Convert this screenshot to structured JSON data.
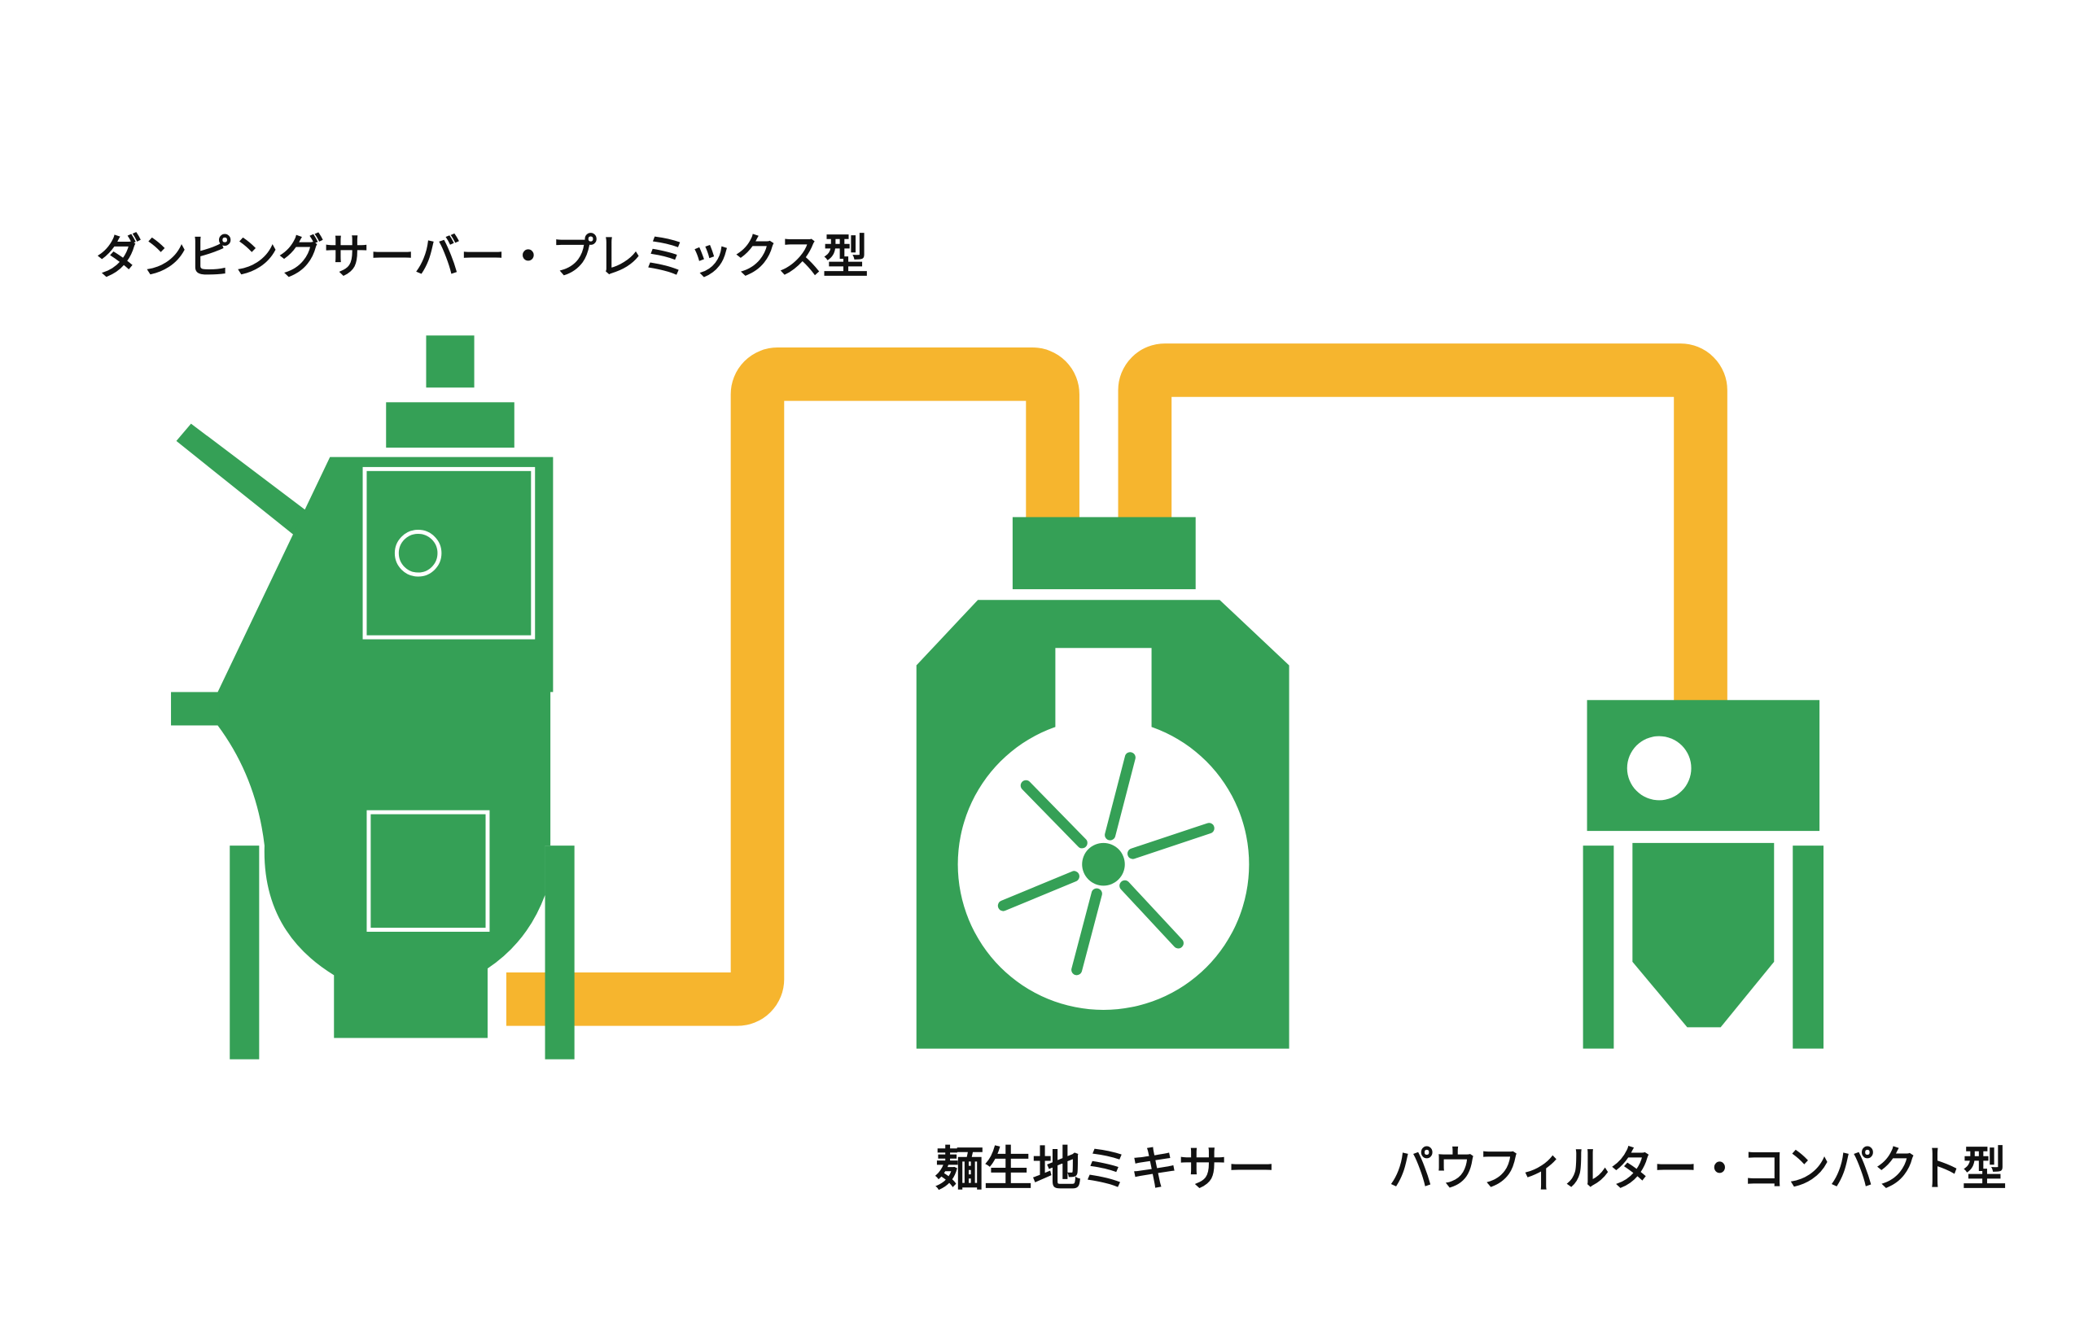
{
  "labels": {
    "premix": "ダンピングサーバー・プレミックス型",
    "mixer": "麺生地ミキサー",
    "filter": "パウフィルター・コンパクト型"
  },
  "colors": {
    "machine": "#35A056",
    "pipe": "#F6B52E",
    "background": "#FFFFFF",
    "text": "#111111"
  }
}
